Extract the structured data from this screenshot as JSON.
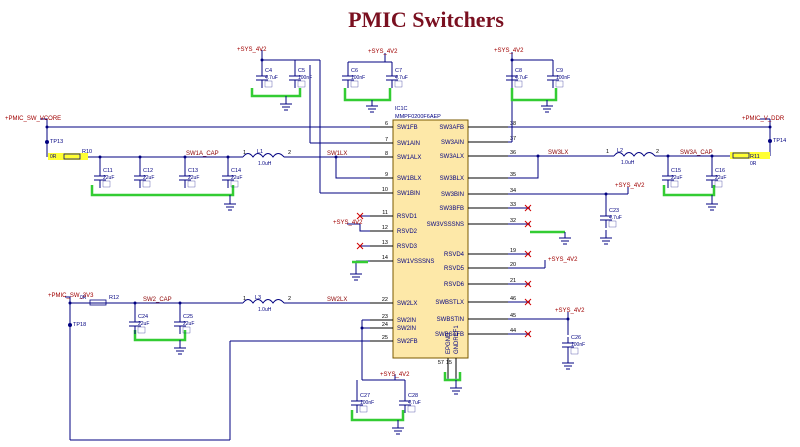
{
  "title": "PMIC Switchers",
  "ic": {
    "ref": "IC1C",
    "part": "MMPF0200F6AEP",
    "left_pins": [
      {
        "num": "6",
        "name": "SW1FB"
      },
      {
        "num": "7",
        "name": "SW1AIN"
      },
      {
        "num": "8",
        "name": "SW1ALX"
      },
      {
        "num": "9",
        "name": "SW1BLX"
      },
      {
        "num": "10",
        "name": "SW1BIN"
      },
      {
        "num": "11",
        "name": "RSVD1"
      },
      {
        "num": "12",
        "name": "RSVD2"
      },
      {
        "num": "13",
        "name": "RSVD3"
      },
      {
        "num": "14",
        "name": "SW1VSSSNS"
      },
      {
        "num": "22",
        "name": "SW2LX"
      },
      {
        "num": "23",
        "name": "SW2IN"
      },
      {
        "num": "24",
        "name": "SW2IN"
      },
      {
        "num": "25",
        "name": "SW2FB"
      }
    ],
    "right_pins": [
      {
        "num": "38",
        "name": "SW3AFB"
      },
      {
        "num": "37",
        "name": "SW3AIN"
      },
      {
        "num": "36",
        "name": "SW3ALX"
      },
      {
        "num": "35",
        "name": "SW3BLX"
      },
      {
        "num": "34",
        "name": "SW3BIN"
      },
      {
        "num": "33",
        "name": "SW3BFB"
      },
      {
        "num": "32",
        "name": "SW3VSSSNS"
      },
      {
        "num": "19",
        "name": "RSVD4"
      },
      {
        "num": "20",
        "name": "RSVD5"
      },
      {
        "num": "21",
        "name": "RSVD6"
      },
      {
        "num": "46",
        "name": "SWBSTLX"
      },
      {
        "num": "45",
        "name": "SWBSTIN"
      },
      {
        "num": "44",
        "name": "SWBSTFB"
      }
    ],
    "bottom_pins": [
      {
        "num": "57",
        "name": "EPGND"
      },
      {
        "num": "15",
        "name": "GNDREF1"
      }
    ]
  },
  "power": {
    "sys4v2": "+SYS_4V2",
    "vcore": "+PMIC_SW_VCORE",
    "vddr": "+PMIC_V_DDR",
    "v3v3": "+PMIC_SW_3V3"
  },
  "nets": {
    "sw1a_cap": "SW1A_CAP",
    "sw1lx": "SW1LX",
    "sw3lx": "SW3LX",
    "sw3a_cap": "SW3A_CAP",
    "sw2_cap": "SW2_CAP",
    "sw2lx": "SW2LX"
  },
  "inductors": [
    {
      "ref": "L1",
      "value": "1.0uH",
      "p1": "1",
      "p2": "2"
    },
    {
      "ref": "L2",
      "value": "1.0uH",
      "p1": "1",
      "p2": "2"
    },
    {
      "ref": "L3",
      "value": "1.0uH",
      "p1": "1",
      "p2": "2"
    }
  ],
  "resistors": [
    {
      "ref": "R10",
      "value": "0R"
    },
    {
      "ref": "R11",
      "value": "0R"
    },
    {
      "ref": "R12",
      "value": "0R"
    }
  ],
  "testpoints": [
    "TP13",
    "TP14",
    "TP18"
  ],
  "caps_top": [
    {
      "ref": "C4",
      "value": "4.7uF"
    },
    {
      "ref": "C5",
      "value": "100nF"
    },
    {
      "ref": "C6",
      "value": "100nF"
    },
    {
      "ref": "C7",
      "value": "4.7uF"
    },
    {
      "ref": "C8",
      "value": "4.7uF"
    },
    {
      "ref": "C9",
      "value": "100nF"
    }
  ],
  "caps_sw1": [
    {
      "ref": "C11",
      "value": "22uF"
    },
    {
      "ref": "C12",
      "value": "22uF"
    },
    {
      "ref": "C13",
      "value": "22uF"
    },
    {
      "ref": "C14",
      "value": "22uF"
    }
  ],
  "caps_sw3": [
    {
      "ref": "C15",
      "value": "22uF"
    },
    {
      "ref": "C16",
      "value": "22uF"
    }
  ],
  "caps_sw2": [
    {
      "ref": "C24",
      "value": "22uF"
    },
    {
      "ref": "C25",
      "value": "22uF"
    }
  ],
  "caps_misc": [
    {
      "ref": "C23",
      "value": "4.7uF"
    },
    {
      "ref": "C26",
      "value": "100nF"
    },
    {
      "ref": "C27",
      "value": "100nF"
    },
    {
      "ref": "C28",
      "value": "4.7uF"
    }
  ]
}
